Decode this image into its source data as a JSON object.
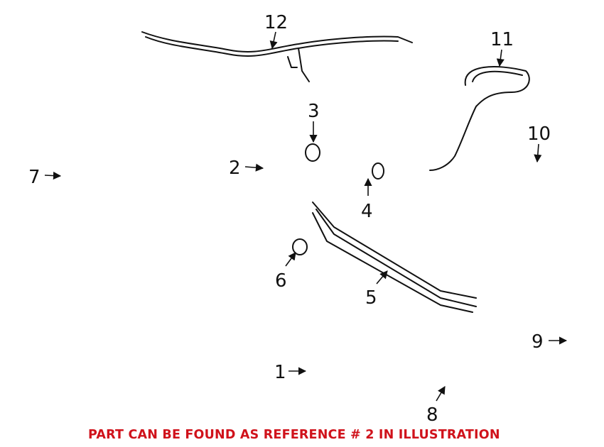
{
  "callouts": {
    "c1": "1",
    "c2": "2",
    "c3": "3",
    "c4": "4",
    "c5": "5",
    "c6": "6",
    "c7": "7",
    "c8": "8",
    "c9": "9",
    "c10": "10",
    "c11": "11",
    "c12": "12"
  },
  "note": "PART CAN BE FOUND AS REFERENCE # 2 IN ILLUSTRATION",
  "colors": {
    "note": "#d0121b",
    "lines": "#111111"
  }
}
